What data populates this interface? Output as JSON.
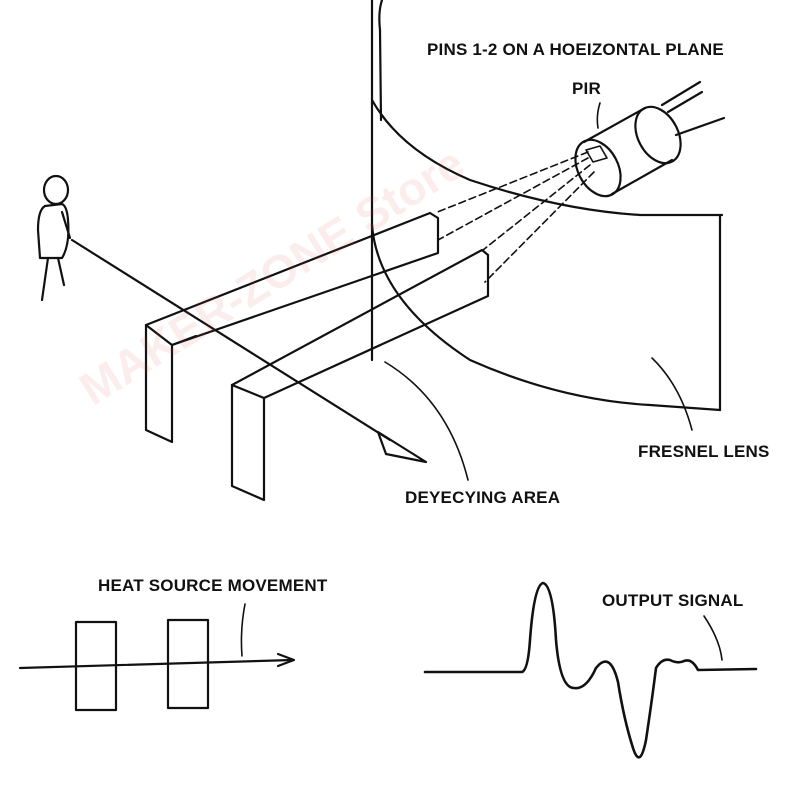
{
  "labels": {
    "pins": "PINS 1-2 ON A HOEIZONTAL PLANE",
    "pir": "PIR",
    "fresnel_lens": "FRESNEL LENS",
    "detecting_area": "DEYECYING AREA",
    "heat_source_movement": "HEAT SOURCE MOVEMENT",
    "output_signal": "OUTPUT SIGNAL"
  },
  "watermark": "MAKER-ZONE Store",
  "colors": {
    "ink": "#111111",
    "watermark": "#e65050"
  }
}
